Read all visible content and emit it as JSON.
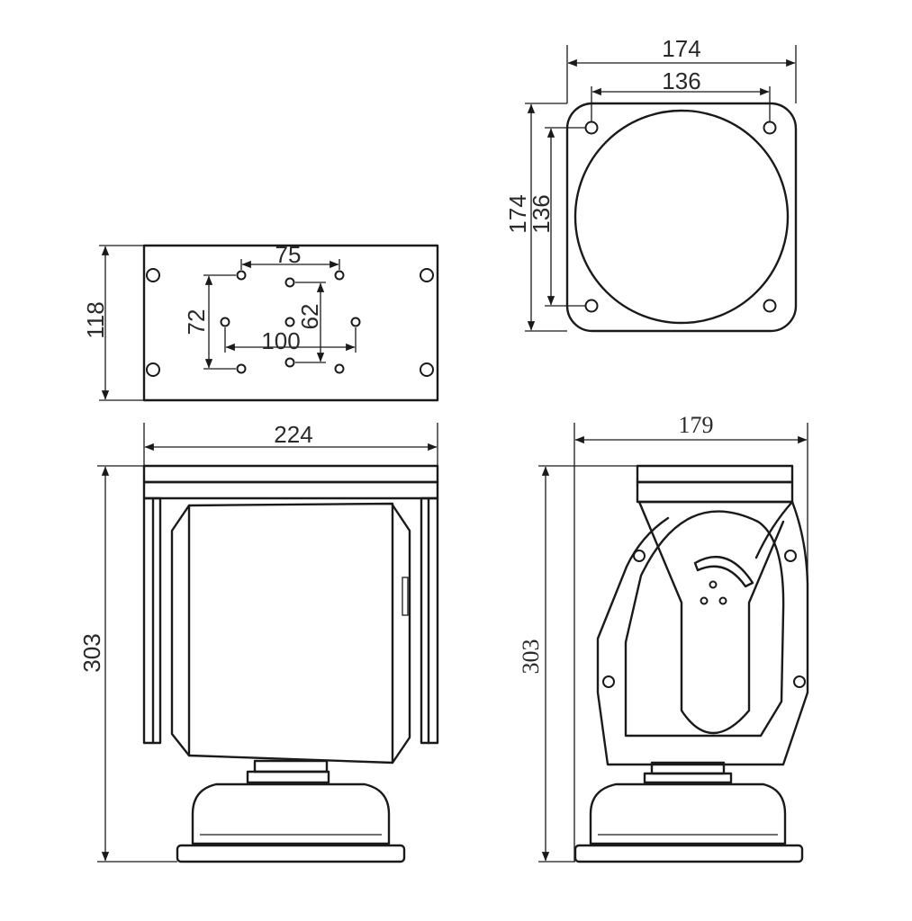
{
  "dimensions": {
    "top_outer_width": "174",
    "top_inner_width": "136",
    "top_outer_height": "174",
    "top_inner_height": "136",
    "base_height": "118",
    "base_hole_75": "75",
    "base_hole_72": "72",
    "base_hole_62": "62",
    "base_hole_100": "100",
    "front_width": "224",
    "front_height": "303",
    "side_width": "179",
    "side_height": "303"
  },
  "colors": {
    "line": "#1a1a1a",
    "background": "#ffffff"
  }
}
